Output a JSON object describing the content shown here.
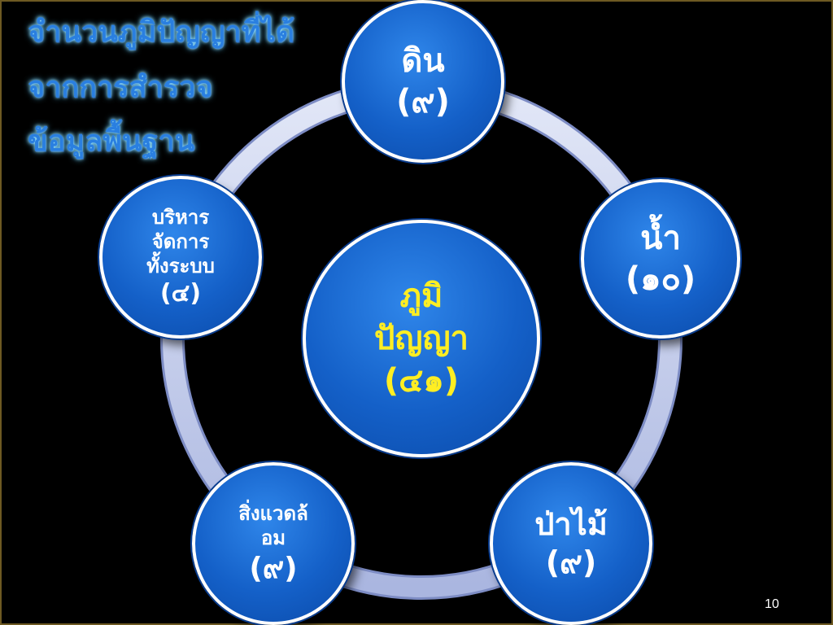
{
  "title": {
    "line1": "จำนวนภูมิปัญญาที่ได้",
    "line2": "จากการสำรวจ",
    "line3": "ข้อมูลพื้นฐาน"
  },
  "center": {
    "line1": "ภูมิ",
    "line2": "ปัญญา",
    "count": "(๔๑)"
  },
  "nodes": {
    "soil": {
      "line1": "ดิน",
      "count": "(๙)"
    },
    "water": {
      "line1": "น้ำ",
      "count": "(๑๐)"
    },
    "forest": {
      "line1": "ป่าไม้",
      "count": "(๙)"
    },
    "env": {
      "line1": "สิ่งแวดล้",
      "line2": "อม",
      "count": "(๙)"
    },
    "mgmt": {
      "line1": "บริหาร",
      "line2": "จัดการ",
      "line3": "ทั้งระบบ",
      "count": "(๔)"
    }
  },
  "page_number": "10",
  "colors": {
    "background": "#000000",
    "node_fill": "#1460c8",
    "node_border": "#ffffff",
    "ring": "#c9d3f0",
    "center_text": "#ffee22",
    "title_text": "#2a7fe0"
  }
}
